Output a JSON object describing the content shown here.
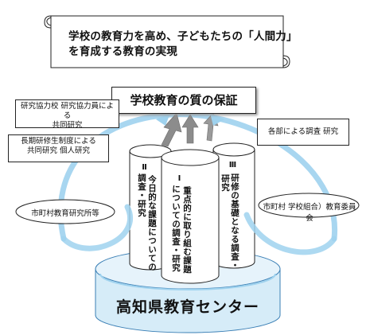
{
  "banner": {
    "line1": "学校の教育力を高め、子どもたちの「人間力」",
    "line2": "を育成する教育の実現"
  },
  "quality_label": "学校教育の質の保証",
  "left_boxes": {
    "box1_line1": "研究協力校 研究協力員による",
    "box1_line2": "共同研究",
    "box2_line1": "長期研修生制度による",
    "box2_line2": "共同研究 個人研究"
  },
  "right_box": "各部による調査 研究",
  "ovals": {
    "left": "市町村教育研究所等",
    "right": "市町村 学校組合）教育委員会"
  },
  "columns": {
    "col1": {
      "num": "Ⅰ",
      "line_a": "重点的に取り組む課題",
      "line_b": "についての調査・研究"
    },
    "col2": {
      "num": "Ⅱ",
      "line_a": "今日的な課題についての",
      "line_b": "調査・研究"
    },
    "col3": {
      "num": "Ⅲ",
      "line_a": "研修の基礎となる調査・",
      "line_b": "研究"
    }
  },
  "center_label": "高知県教育センター",
  "colors": {
    "ring_blue": "#9fd2ee",
    "base_blue": "#d6ecf8",
    "arrow_gray": "#8c8c8c"
  }
}
